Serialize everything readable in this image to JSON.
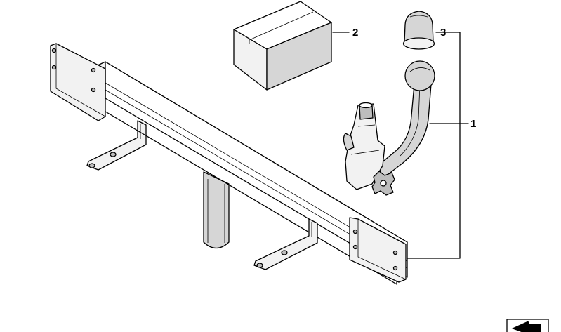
{
  "diagram": {
    "callouts": [
      {
        "id": "callout-1",
        "label": "1"
      },
      {
        "id": "callout-2",
        "label": "2"
      },
      {
        "id": "callout-3",
        "label": "3"
      }
    ],
    "icons": {
      "crossbar": "towbar-crossbar-assembly",
      "kit": "installation-kit-box",
      "cap": "ball-cover-cap",
      "ball": "detachable-tow-ball-neck",
      "logo": "corner-arrow-logo-icon"
    },
    "colors": {
      "outline": "#000000",
      "fill_light": "#f2f2f2",
      "fill_dark": "#bdbdbd"
    }
  }
}
